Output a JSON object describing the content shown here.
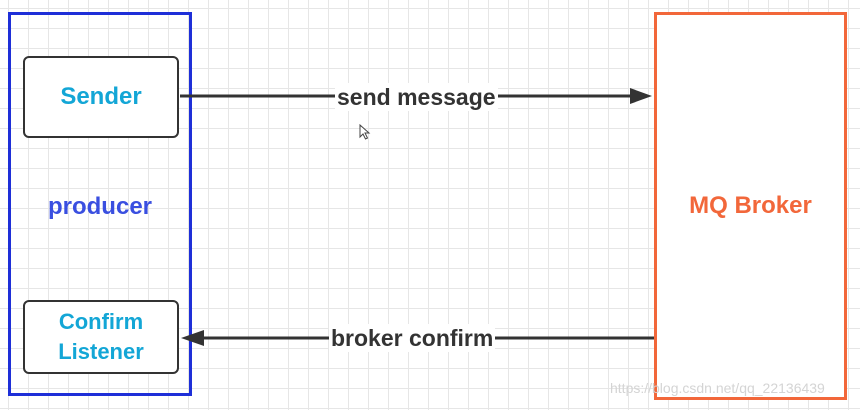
{
  "producer": {
    "label": "producer",
    "sender_label": "Sender",
    "listener_label_line1": "Confirm",
    "listener_label_line2": "Listener"
  },
  "broker": {
    "label": "MQ Broker"
  },
  "edges": {
    "send_label": "send message",
    "confirm_label": "broker confirm"
  },
  "watermark": "https://blog.csdn.net/qq_22136439",
  "colors": {
    "producer_border": "#1e2fd8",
    "producer_text": "#3a4fe0",
    "node_text": "#13a6d6",
    "broker": "#f2673a",
    "edge": "#333333"
  },
  "icons": {
    "cursor": "mouse-pointer-icon"
  }
}
